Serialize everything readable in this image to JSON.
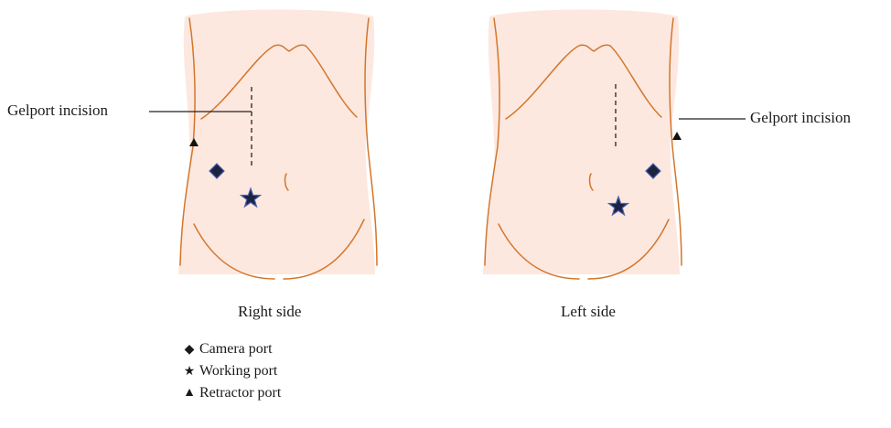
{
  "colors": {
    "skin": "#fde8df",
    "outline": "#d2762c",
    "marker_fill": "#1c2340",
    "marker_stroke": "#4a5fb0",
    "text": "#1a1a1a"
  },
  "panels": [
    {
      "caption": "Right side",
      "incision_label": "Gelport incision"
    },
    {
      "caption": "Left side",
      "incision_label": "Gelport incision"
    }
  ],
  "legend": [
    {
      "symbol": "◆",
      "icon": "diamond-icon",
      "label": "Camera port"
    },
    {
      "symbol": "★",
      "icon": "star-icon",
      "label": "Working port"
    },
    {
      "symbol": "▲",
      "icon": "triangle-icon",
      "label": "Retractor port"
    }
  ]
}
